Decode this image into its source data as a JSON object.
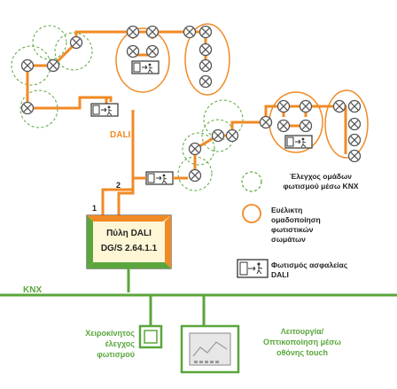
{
  "labels": {
    "dali": "DALI",
    "knx": "KNX",
    "line1": "1",
    "line2": "2",
    "gateway_line1": "Πύλη DALI",
    "gateway_line2": "DG/S 2.64.1.1",
    "manual_control": [
      "Χειροκίνητος",
      "έλεγχος",
      "φωτισμού"
    ],
    "touch_panel": [
      "Λειτουργία/",
      "Οπτικοποίηση μέσω",
      "οθόνης touch"
    ]
  },
  "legend": {
    "knx_groups": [
      "Έλεγχος ομάδων",
      "φωτισμού μέσω KNX"
    ],
    "flexible_grouping": [
      "Ευέλικτη",
      "ομαδοποίηση",
      "φωτιστικών",
      "σωμάτων"
    ],
    "emergency_lighting": [
      "Φωτισμός ασφαλείας",
      "DALI"
    ]
  },
  "colors": {
    "orange": "#f08a24",
    "green": "#5aa63c",
    "gray": "#555555",
    "gateway_fill": "#fff6d6"
  },
  "icons": [
    "lamp-icon",
    "emergency-exit-icon",
    "dashed-circle-icon",
    "orange-circle-icon",
    "touch-screen-icon",
    "push-button-icon"
  ]
}
